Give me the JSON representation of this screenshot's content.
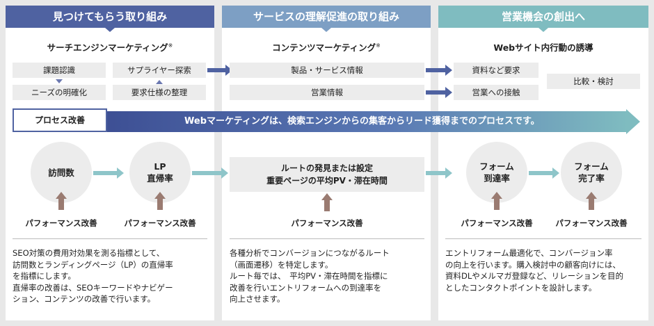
{
  "columns": [
    {
      "title": "見つけてもらう取り組み",
      "subtitle": "サーチエンジンマーケティング",
      "note_mark": "※"
    },
    {
      "title": "サービスの理解促進の取り組み",
      "subtitle": "コンテンツマーケティング",
      "note_mark": "※"
    },
    {
      "title": "営業機会の創出へ",
      "subtitle": "Webサイト内行動の誘導"
    }
  ],
  "steps": {
    "kadai": "課題認識",
    "needs": "ニーズの明確化",
    "supplier": "サプライヤー探索",
    "youkyu": "要求仕様の整理",
    "product_info": "製品・サービス情報",
    "sales_info": "営業情報",
    "shiryou": "資料など要求",
    "eigyou": "営業への接触",
    "hikaku": "比較・検討"
  },
  "banner": {
    "process_label": "プロセス改善",
    "text": "Webマーケティングは、検索エンジンからの集客からリード獲得までのプロセスです。"
  },
  "kpis": {
    "visits": "訪問数",
    "lp": "LP",
    "lp_sub": "直帰率",
    "route_line1": "ルートの発見または設定",
    "route_line2": "重要ページの平均PV・滞在時間",
    "form": "フォーム",
    "form_reach_sub": "到達率",
    "form_done_sub": "完了率"
  },
  "improve_label": "パフォーマンス改善",
  "descriptions": [
    [
      "SEO対策の費用対効果を測る指標として、",
      "訪問数とランディングページ（LP）の直帰率",
      "を指標にします。",
      "直帰率の改善は、SEOキーワードやナビゲー",
      "ション、コンテンツの改善で行います。"
    ],
    [
      "各種分析でコンバージョンにつながるルート",
      "（画面遷移）を特定します。",
      "ルート毎では、　平均PV・滞在時間を指標に",
      "改善を行いエントリフォームへの到達率を",
      "向上させます。"
    ],
    [
      "エントリフォーム最適化で、コンバージョン率",
      "の向上を行います。購入検討中の顧客向けには、",
      "資料DLやメルマガ登録など、リレーションを目的",
      "としたコンタクトポイントを設計します。"
    ]
  ],
  "colors": {
    "col1": "#4f62a1",
    "col2": "#7d9fc4",
    "col3": "#7fbcc0",
    "arrow_blue": "#4f62a1",
    "arrow_teal": "#8ec5c9",
    "up_arrow": "#9a7b71"
  }
}
